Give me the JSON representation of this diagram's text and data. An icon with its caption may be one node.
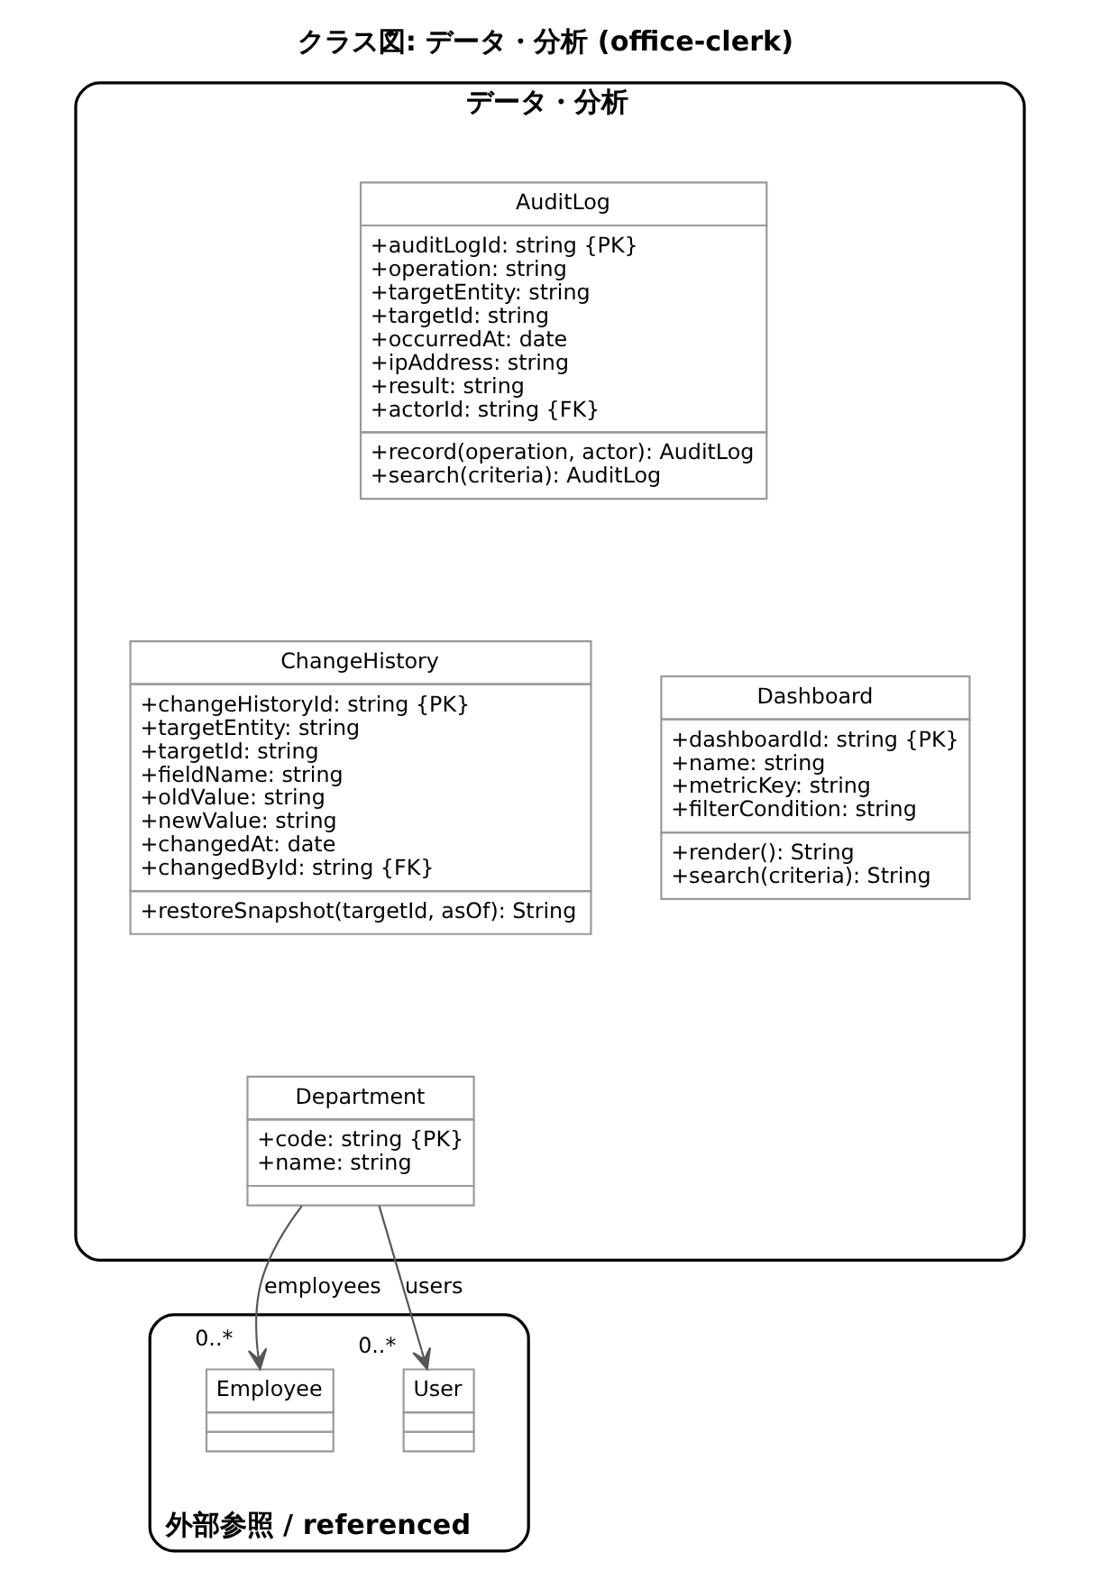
{
  "diagram": {
    "title": "クラス図: データ・分析 (office-clerk)",
    "nodes": [
      {
        "text": [
          "データ・分析"
        ]
      },
      {
        "text": [
          "AuditLog",
          "+auditLogId: string {PK}",
          "+operation: string",
          "+targetEntity: string",
          "+targetId: string",
          "+occurredAt: date",
          "+ipAddress: string",
          "+result: string",
          "+actorId: string {FK}",
          "+record(operation, actor): AuditLog",
          "+search(criteria): AuditLog"
        ],
        "in": 0
      },
      {
        "text": [
          "ChangeHistory",
          "+changeHistoryId: string {PK}",
          "+targetEntity: string",
          "+targetId: string",
          "+fieldName: string",
          "+oldValue: string",
          "+newValue: string",
          "+changedAt: date",
          "+changedById: string {FK}",
          "+restoreSnapshot(targetId, asOf): String"
        ],
        "in": 0
      },
      {
        "text": [
          "Dashboard",
          "+dashboardId: string {PK}",
          "+name: string",
          "+metricKey: string",
          "+filterCondition: string",
          "+render(): String",
          "+search(criteria): String"
        ],
        "in": 0
      },
      {
        "text": [
          "Department",
          "+code: string {PK}",
          "+name: string"
        ],
        "in": 0
      },
      {
        "text": [
          "外部参照 / referenced"
        ]
      },
      {
        "text": [
          "Employee"
        ],
        "in": 5,
        "beside": [
          "0..*"
        ]
      },
      {
        "text": [
          "User"
        ],
        "in": 5,
        "beside": [
          "0..*"
        ]
      }
    ],
    "edges": [
      {
        "from": 4,
        "to": 6,
        "arrow": "to",
        "label": "employees"
      },
      {
        "from": 4,
        "to": 7,
        "arrow": "to",
        "label": "users"
      }
    ]
  }
}
